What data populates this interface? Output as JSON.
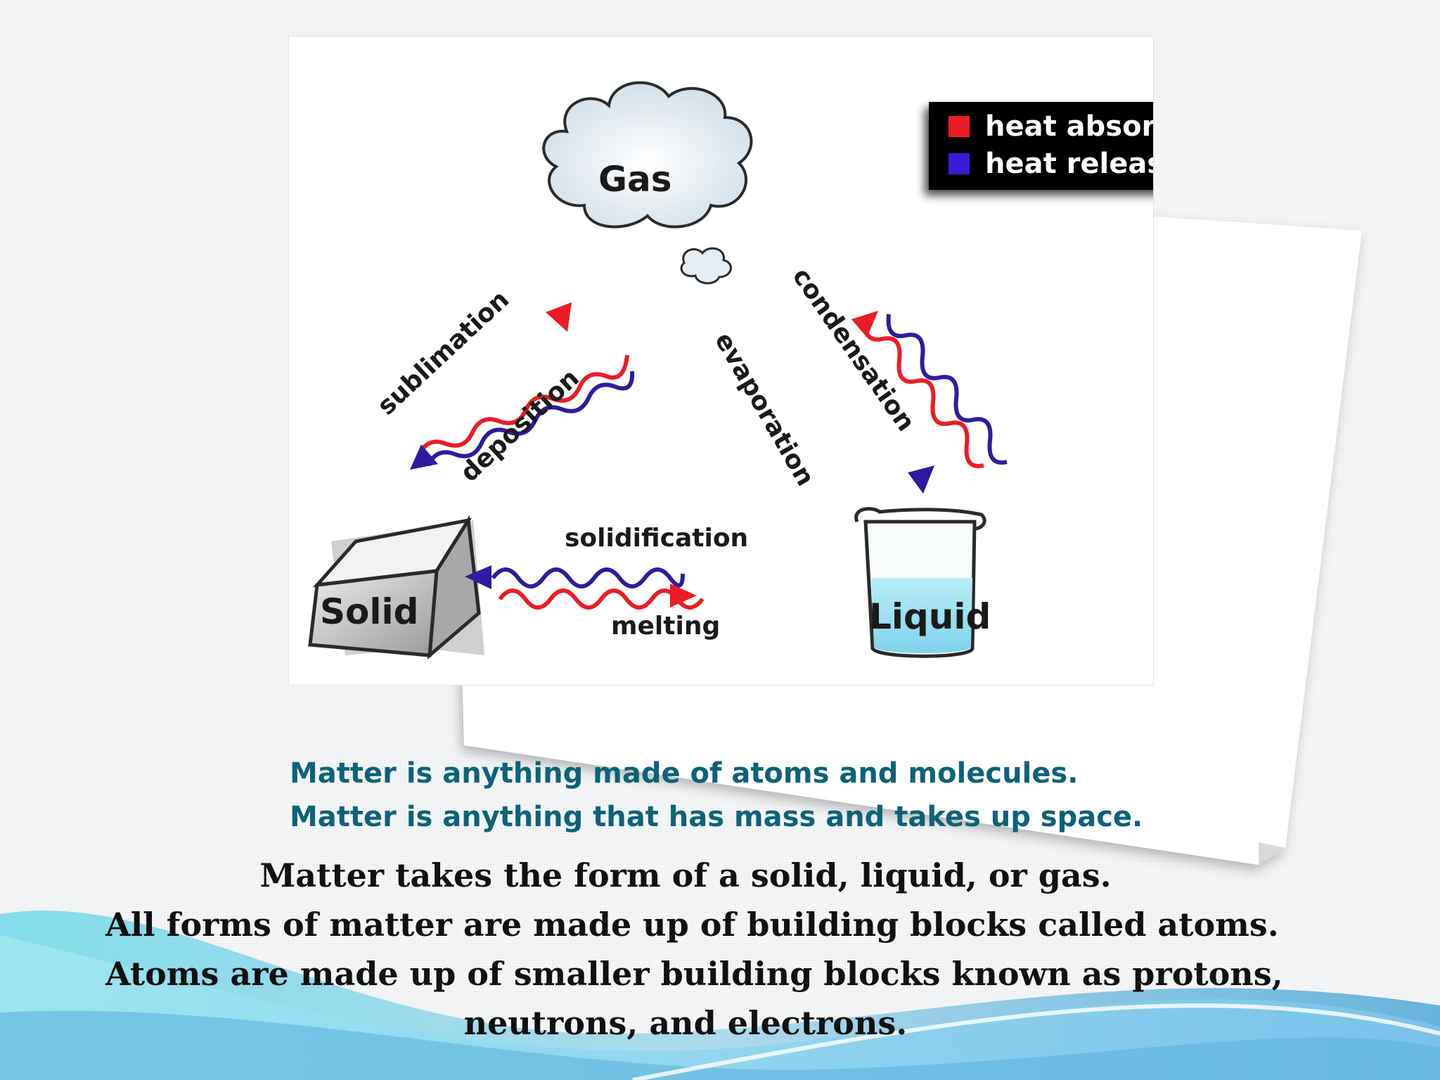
{
  "figure": {
    "gas": "Gas",
    "solid": "Solid",
    "liquid": "Liquid",
    "sublimation": "sublimation",
    "deposition": "deposition",
    "condensation": "condensation",
    "evaporation": "evaporation",
    "solidification": "solidification",
    "melting": "melting"
  },
  "legend": [
    "heat absorb",
    "heat releas"
  ],
  "text": {
    "teal": [
      "Matter is anything made of atoms and molecules.",
      "Matter is anything that has mass and takes up space."
    ],
    "body": [
      "Matter takes the form of a solid, liquid, or gas.",
      "All forms of matter are made up of building blocks called atoms.",
      "Atoms  are made up of smaller building blocks known as protons,",
      "neutrons, and electrons."
    ]
  },
  "colors": {
    "heat_absorbed": "#ec1c24",
    "heat_released": "#3b1bd6",
    "teal_text": "#0d6277",
    "body_text": "#111111"
  }
}
